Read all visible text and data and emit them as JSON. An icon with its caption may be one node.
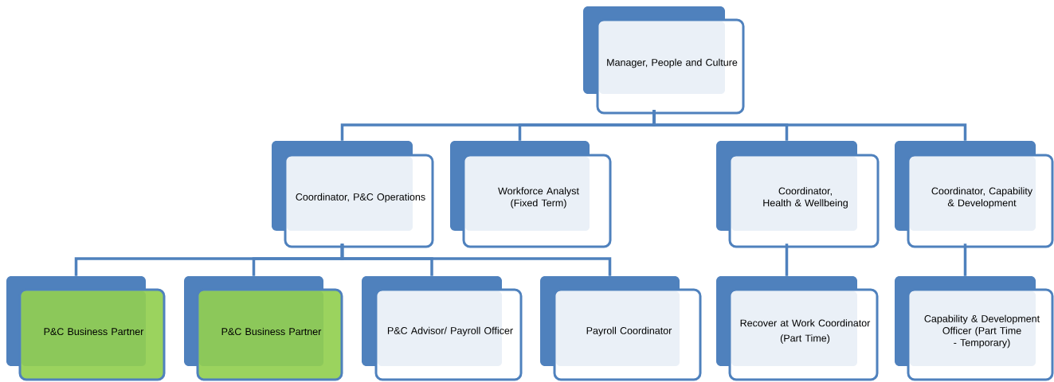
{
  "diagram": {
    "nodes": [
      {
        "text": [
          "Manager, People and Culture"
        ]
      },
      {
        "text": [
          "Coordinator, P&C Operations"
        ]
      },
      {
        "text": [
          "Workforce Analyst (Fixed Term)"
        ]
      },
      {
        "text": [
          "Coordinator, Health & Wellbeing"
        ]
      },
      {
        "text": [
          "Coordinator, Capability & Development"
        ]
      },
      {
        "text": [
          "P&C Business Partner"
        ]
      },
      {
        "text": [
          "P&C Business Partner"
        ]
      },
      {
        "text": [
          "P&C Advisor/ Payroll Officer"
        ]
      },
      {
        "text": [
          "Payroll Coordinator"
        ]
      },
      {
        "text": [
          "Recover at Work Coordinator",
          "(Part Time)"
        ]
      },
      {
        "text": [
          "Capability & Development Officer (Part Time - Temporary)"
        ]
      }
    ],
    "edges": [
      {
        "from": 0,
        "to": 1,
        "arrow": "none"
      },
      {
        "from": 0,
        "to": 2,
        "arrow": "none"
      },
      {
        "from": 0,
        "to": 3,
        "arrow": "none"
      },
      {
        "from": 0,
        "to": 4,
        "arrow": "none"
      },
      {
        "from": 1,
        "to": 5,
        "arrow": "none"
      },
      {
        "from": 1,
        "to": 6,
        "arrow": "none"
      },
      {
        "from": 1,
        "to": 7,
        "arrow": "none"
      },
      {
        "from": 1,
        "to": 8,
        "arrow": "none"
      },
      {
        "from": 3,
        "to": 9,
        "arrow": "none"
      },
      {
        "from": 4,
        "to": 10,
        "arrow": "none"
      }
    ]
  }
}
